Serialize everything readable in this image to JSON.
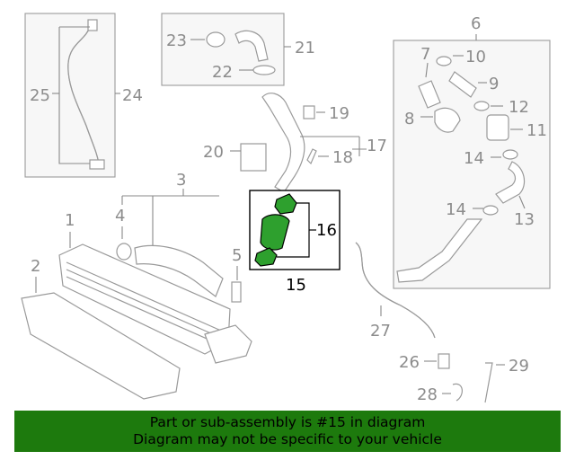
{
  "diagram": {
    "callouts": {
      "c1": "1",
      "c2": "2",
      "c3": "3",
      "c4": "4",
      "c5": "5",
      "c6": "6",
      "c7": "7",
      "c8": "8",
      "c9": "9",
      "c10": "10",
      "c11": "11",
      "c12": "12",
      "c13": "13",
      "c14a": "14",
      "c14b": "14",
      "c15": "15",
      "c16": "16",
      "c17": "17",
      "c18": "18",
      "c19": "19",
      "c20": "20",
      "c21": "21",
      "c22": "22",
      "c23": "23",
      "c24": "24",
      "c25": "25",
      "c26": "26",
      "c27": "27",
      "c28": "28",
      "c29": "29"
    },
    "highlight_color": "#2ea02e"
  },
  "banner": {
    "line1": "Part or sub-assembly is #15 in diagram",
    "line2": "Diagram may not be specific to your vehicle",
    "background": "#1d7a0d"
  }
}
